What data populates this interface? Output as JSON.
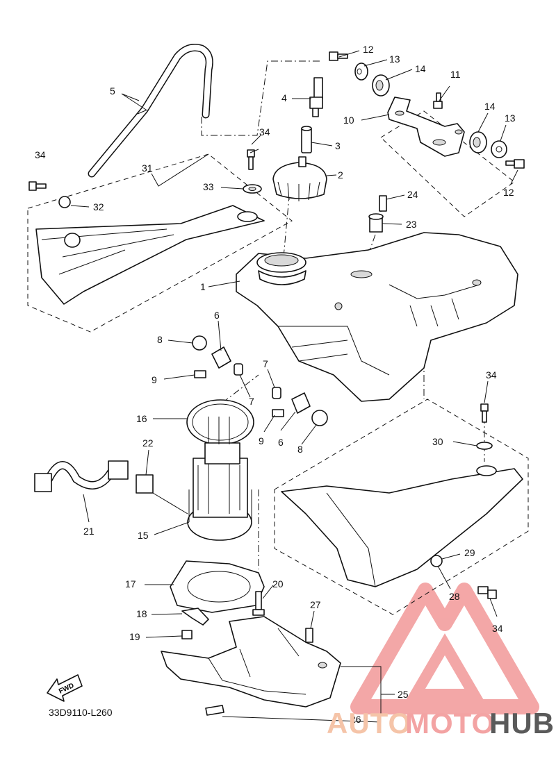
{
  "diagram": {
    "drawing_code": "33D9110-L260",
    "fwd_label": "FWD",
    "callouts": [
      {
        "id": "c12a",
        "text": "12"
      },
      {
        "id": "c13a",
        "text": "13"
      },
      {
        "id": "c14a",
        "text": "14"
      },
      {
        "id": "c11",
        "text": "11"
      },
      {
        "id": "c10",
        "text": "10"
      },
      {
        "id": "c14b",
        "text": "14"
      },
      {
        "id": "c13b",
        "text": "13"
      },
      {
        "id": "c12b",
        "text": "12"
      },
      {
        "id": "c5",
        "text": "5"
      },
      {
        "id": "c4",
        "text": "4"
      },
      {
        "id": "c3",
        "text": "3"
      },
      {
        "id": "c34a",
        "text": "34"
      },
      {
        "id": "c2",
        "text": "2"
      },
      {
        "id": "c34b",
        "text": "34"
      },
      {
        "id": "c31",
        "text": "31"
      },
      {
        "id": "c33",
        "text": "33"
      },
      {
        "id": "c32",
        "text": "32"
      },
      {
        "id": "c24",
        "text": "24"
      },
      {
        "id": "c23",
        "text": "23"
      },
      {
        "id": "c1",
        "text": "1"
      },
      {
        "id": "c6a",
        "text": "6"
      },
      {
        "id": "c8a",
        "text": "8"
      },
      {
        "id": "c9a",
        "text": "9"
      },
      {
        "id": "c7a",
        "text": "7"
      },
      {
        "id": "c7b",
        "text": "7"
      },
      {
        "id": "c34c",
        "text": "34"
      },
      {
        "id": "c16",
        "text": "16"
      },
      {
        "id": "c9b",
        "text": "9"
      },
      {
        "id": "c6b",
        "text": "6"
      },
      {
        "id": "c8b",
        "text": "8"
      },
      {
        "id": "c30",
        "text": "30"
      },
      {
        "id": "c22",
        "text": "22"
      },
      {
        "id": "c21",
        "text": "21"
      },
      {
        "id": "c15",
        "text": "15"
      },
      {
        "id": "c29",
        "text": "29"
      },
      {
        "id": "c17",
        "text": "17"
      },
      {
        "id": "c20",
        "text": "20"
      },
      {
        "id": "c28",
        "text": "28"
      },
      {
        "id": "c34d",
        "text": "34"
      },
      {
        "id": "c18",
        "text": "18"
      },
      {
        "id": "c27",
        "text": "27"
      },
      {
        "id": "c19",
        "text": "19"
      },
      {
        "id": "c25",
        "text": "25"
      },
      {
        "id": "c26",
        "text": "26"
      }
    ]
  },
  "watermark": {
    "part1": "AUTO",
    "part2": "MOTO",
    "part3": "HUB",
    "color_light": "#f5c4a8",
    "color_mid": "#f3a3a3",
    "color_dark": "#5a5a5a",
    "logo_color": "#f08a8a"
  }
}
